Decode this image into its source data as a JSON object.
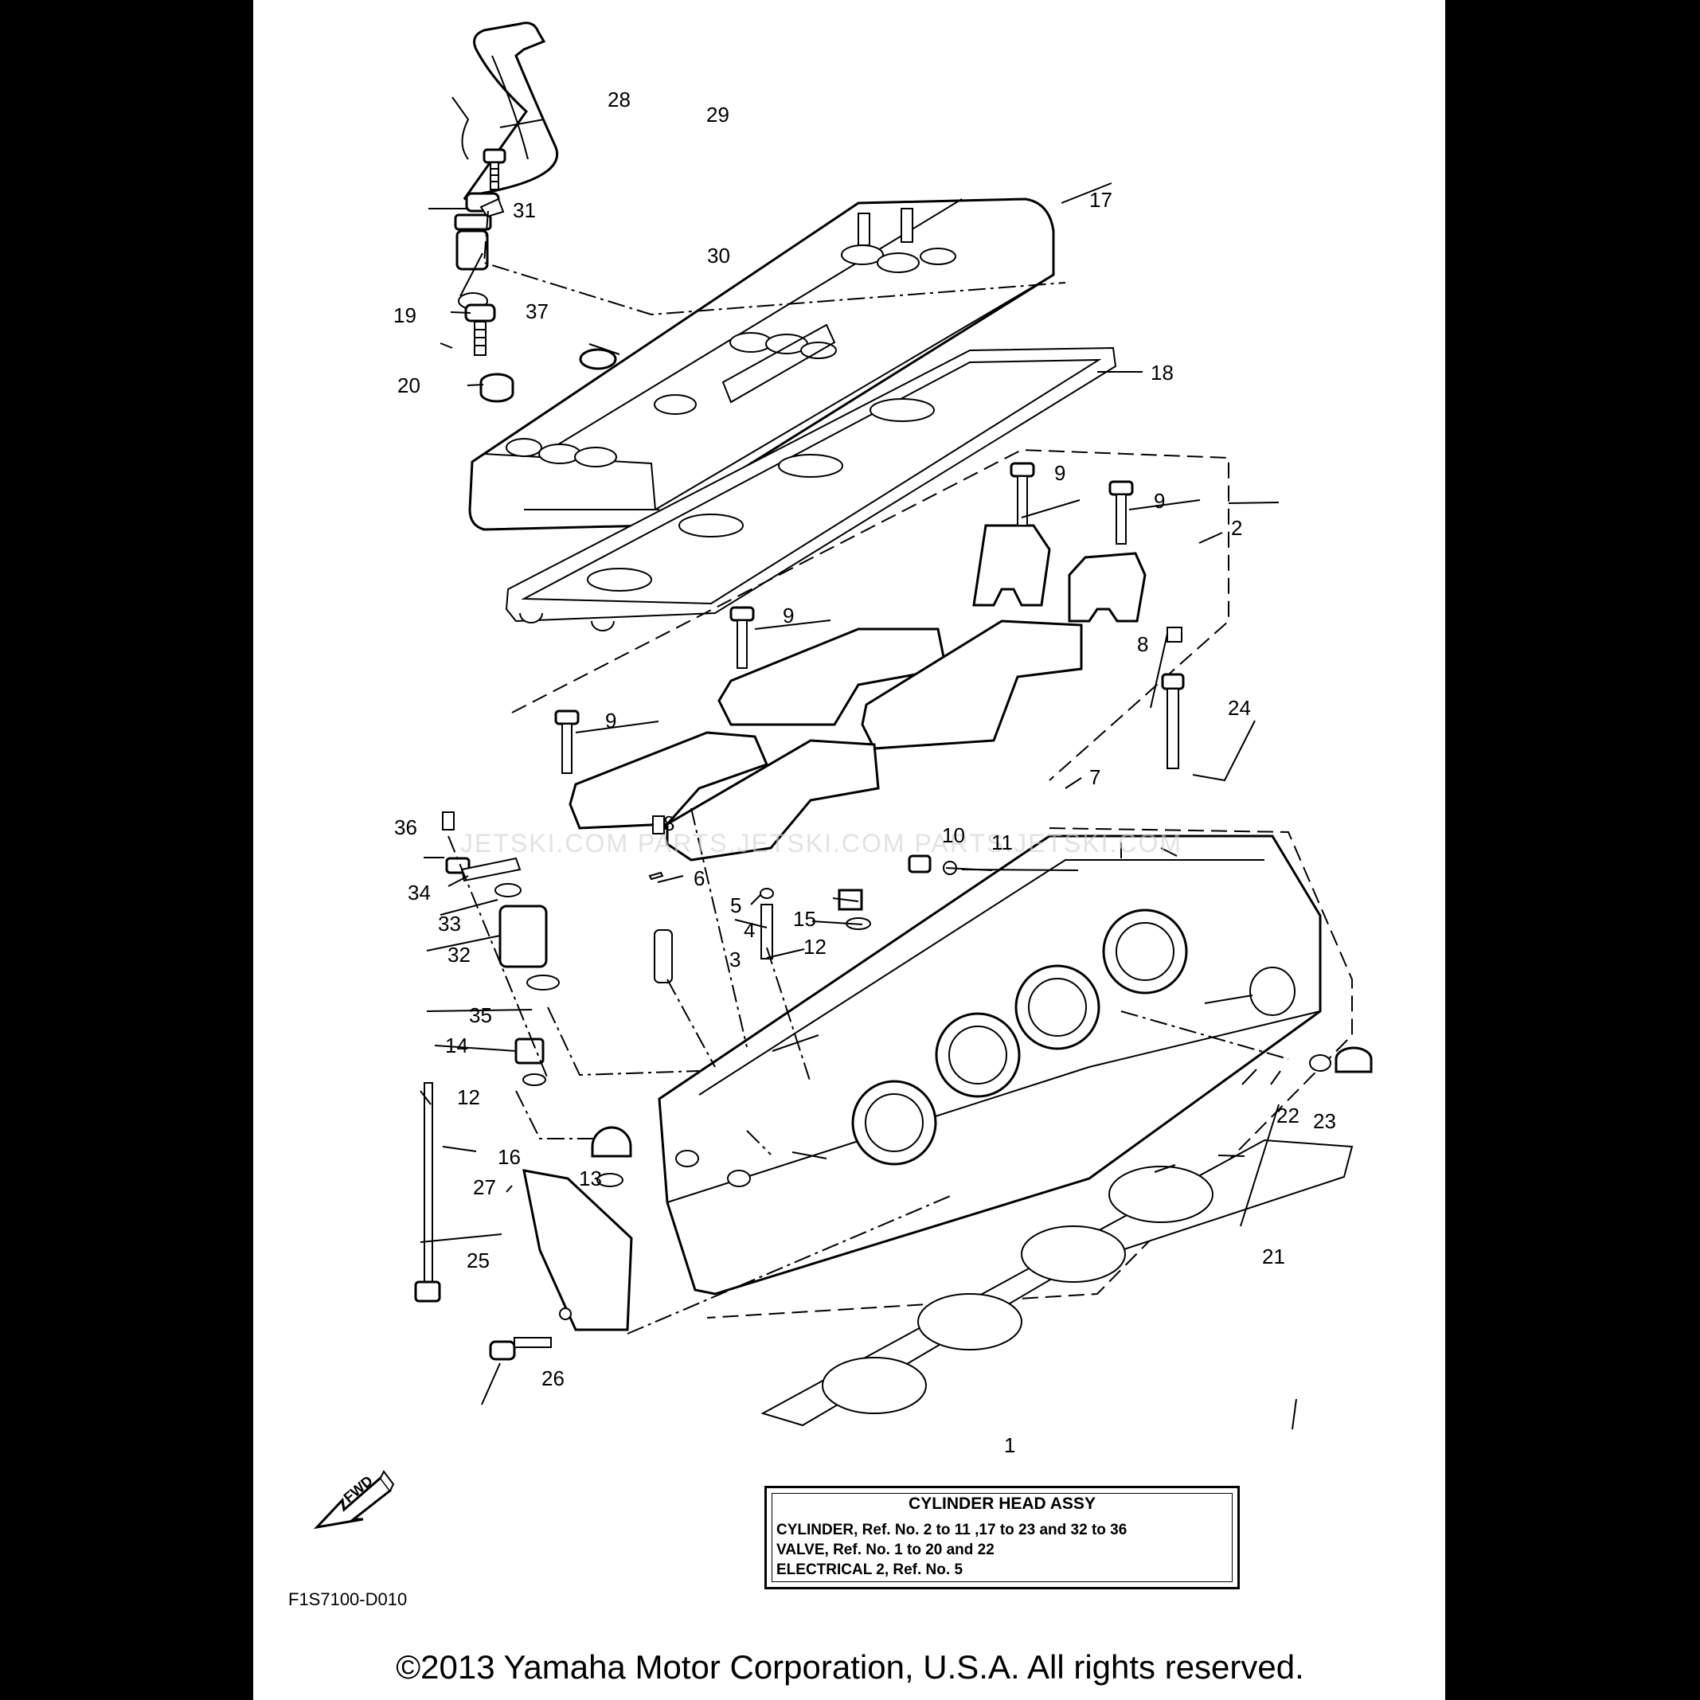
{
  "callouts": {
    "c1": "1",
    "c2": "2",
    "c3": "3",
    "c4": "4",
    "c5": "5",
    "c6": "6",
    "c7": "7",
    "c8a": "8",
    "c8b": "8",
    "c9a": "9",
    "c9b": "9",
    "c9c": "9",
    "c9d": "9",
    "c10": "10",
    "c11": "11",
    "c12a": "12",
    "c12b": "12",
    "c13": "13",
    "c14": "14",
    "c15": "15",
    "c16": "16",
    "c17": "17",
    "c18": "18",
    "c19": "19",
    "c20": "20",
    "c21": "21",
    "c22": "22",
    "c23": "23",
    "c24": "24",
    "c25": "25",
    "c26": "26",
    "c27": "27",
    "c28": "28",
    "c29": "29",
    "c30": "30",
    "c31": "31",
    "c32": "32",
    "c33": "33",
    "c34": "34",
    "c35": "35",
    "c36": "36",
    "c37": "37"
  },
  "legend": {
    "title": "CYLINDER HEAD ASSY",
    "line1": "CYLINDER, Ref. No. 2 to 11 ,17 to 23 and 32 to 36",
    "line2": "VALVE, Ref. No. 1 to 20 and 22",
    "line3": "ELECTRICAL 2, Ref. No. 5"
  },
  "fwd_label": "FWD",
  "diagram_code": "F1S7100-D010",
  "watermark": "JETSKI.COM   PARTS.JETSKI.COM   PARTS.JETSKI.COM",
  "copyright": "©2013 Yamaha Motor Corporation, U.S.A. All rights reserved."
}
